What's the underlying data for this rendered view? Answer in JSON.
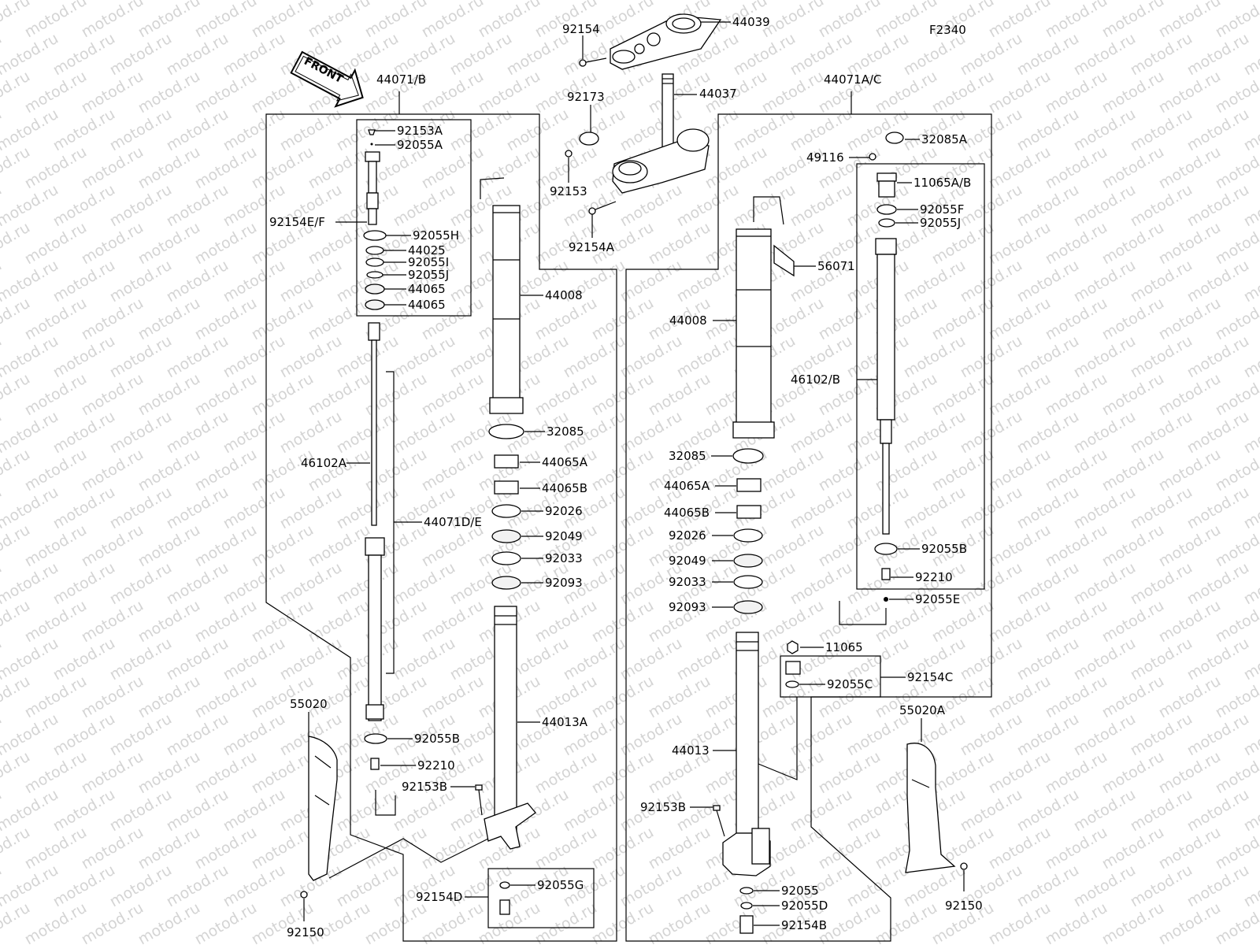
{
  "figure_code": "F2340",
  "watermark": "motod.ru",
  "front_marker": "FRONT",
  "labels": {
    "p44039": "44039",
    "p92154_top": "92154",
    "p92173": "92173",
    "p44037": "44037",
    "p92153": "92153",
    "p92154A": "92154A",
    "p44071B": "44071/B",
    "p44071AC": "44071A/C",
    "L_92153A": "92153A",
    "L_92055A": "92055A",
    "L_92154EF": "92154E/F",
    "L_92055H": "92055H",
    "L_44025": "44025",
    "L_92055I": "92055I",
    "L_92055J": "92055J",
    "L_44065a": "44065",
    "L_44065b": "44065",
    "L_46102A": "46102A",
    "L_44071DE": "44071D/E",
    "L_92055B": "92055B",
    "L_92210": "92210",
    "L_92153B": "92153B",
    "L_55020": "55020",
    "L_92150": "92150",
    "L_92154D": "92154D",
    "L_92055G": "92055G",
    "L_44008": "44008",
    "L_32085": "32085",
    "L_44065A": "44065A",
    "L_44065B": "44065B",
    "L_92026": "92026",
    "L_92049": "92049",
    "L_92033": "92033",
    "L_92093": "92093",
    "L_44013A": "44013A",
    "R_32085A": "32085A",
    "R_49116": "49116",
    "R_11065AB": "11065A/B",
    "R_92055F": "92055F",
    "R_92055J": "92055J",
    "R_56071": "56071",
    "R_44008": "44008",
    "R_46102B": "46102/B",
    "R_32085": "32085",
    "R_44065A": "44065A",
    "R_44065B": "44065B",
    "R_92026": "92026",
    "R_92049": "92049",
    "R_92033": "92033",
    "R_92093": "92093",
    "R_92055B": "92055B",
    "R_92210": "92210",
    "R_92055E": "92055E",
    "R_11065": "11065",
    "R_92055C": "92055C",
    "R_92154C": "92154C",
    "R_44013": "44013",
    "R_92153B": "92153B",
    "R_92055": "92055",
    "R_92055D": "92055D",
    "R_92154B": "92154B",
    "R_55020A": "55020A",
    "R_92150": "92150"
  }
}
